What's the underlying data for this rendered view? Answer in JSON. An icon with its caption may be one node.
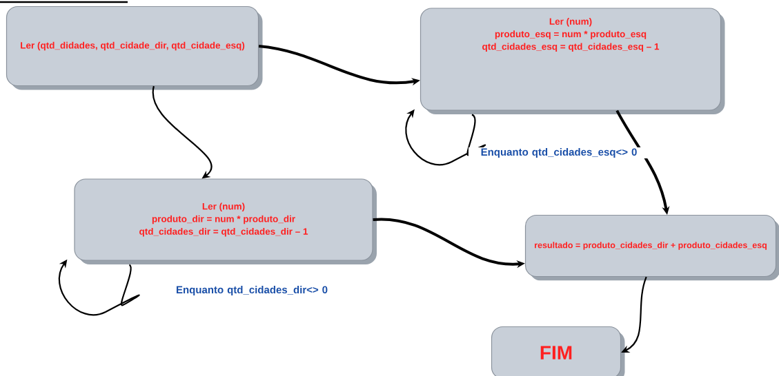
{
  "diagram": {
    "nodes": [
      {
        "text": [
          "Ler (qtd_didades, qtd_cidade_dir, qtd_cidade_esq)"
        ]
      },
      {
        "text": [
          "Ler (num)",
          "produto_esq = num * produto_esq",
          "qtd_cidades_esq = qtd_cidades_esq – 1"
        ]
      },
      {
        "text": [
          "Ler (num)",
          "produto_dir = num * produto_dir",
          "qtd_cidades_dir = qtd_cidades_dir – 1"
        ]
      },
      {
        "text": [
          "resultado = produto_cidades_dir + produto_cidades_esq"
        ]
      },
      {
        "text": [
          "FIM"
        ]
      }
    ],
    "edges": [
      {
        "from": 0,
        "to": 1,
        "arrow": "to",
        "style": "thick"
      },
      {
        "from": 0,
        "to": 2,
        "arrow": "to"
      },
      {
        "from": 1,
        "to": 3,
        "arrow": "to",
        "style": "thick"
      },
      {
        "from": 2,
        "to": 3,
        "arrow": "to",
        "style": "thick"
      },
      {
        "from": 3,
        "to": 4,
        "arrow": "to"
      },
      {
        "from": 1,
        "to": 1,
        "arrow": "to",
        "label": "Enquanto qtd_cidades_esq<> 0"
      },
      {
        "from": 2,
        "to": 2,
        "arrow": "to",
        "label": "Enquanto qtd_cidades_dir<> 0"
      }
    ]
  }
}
